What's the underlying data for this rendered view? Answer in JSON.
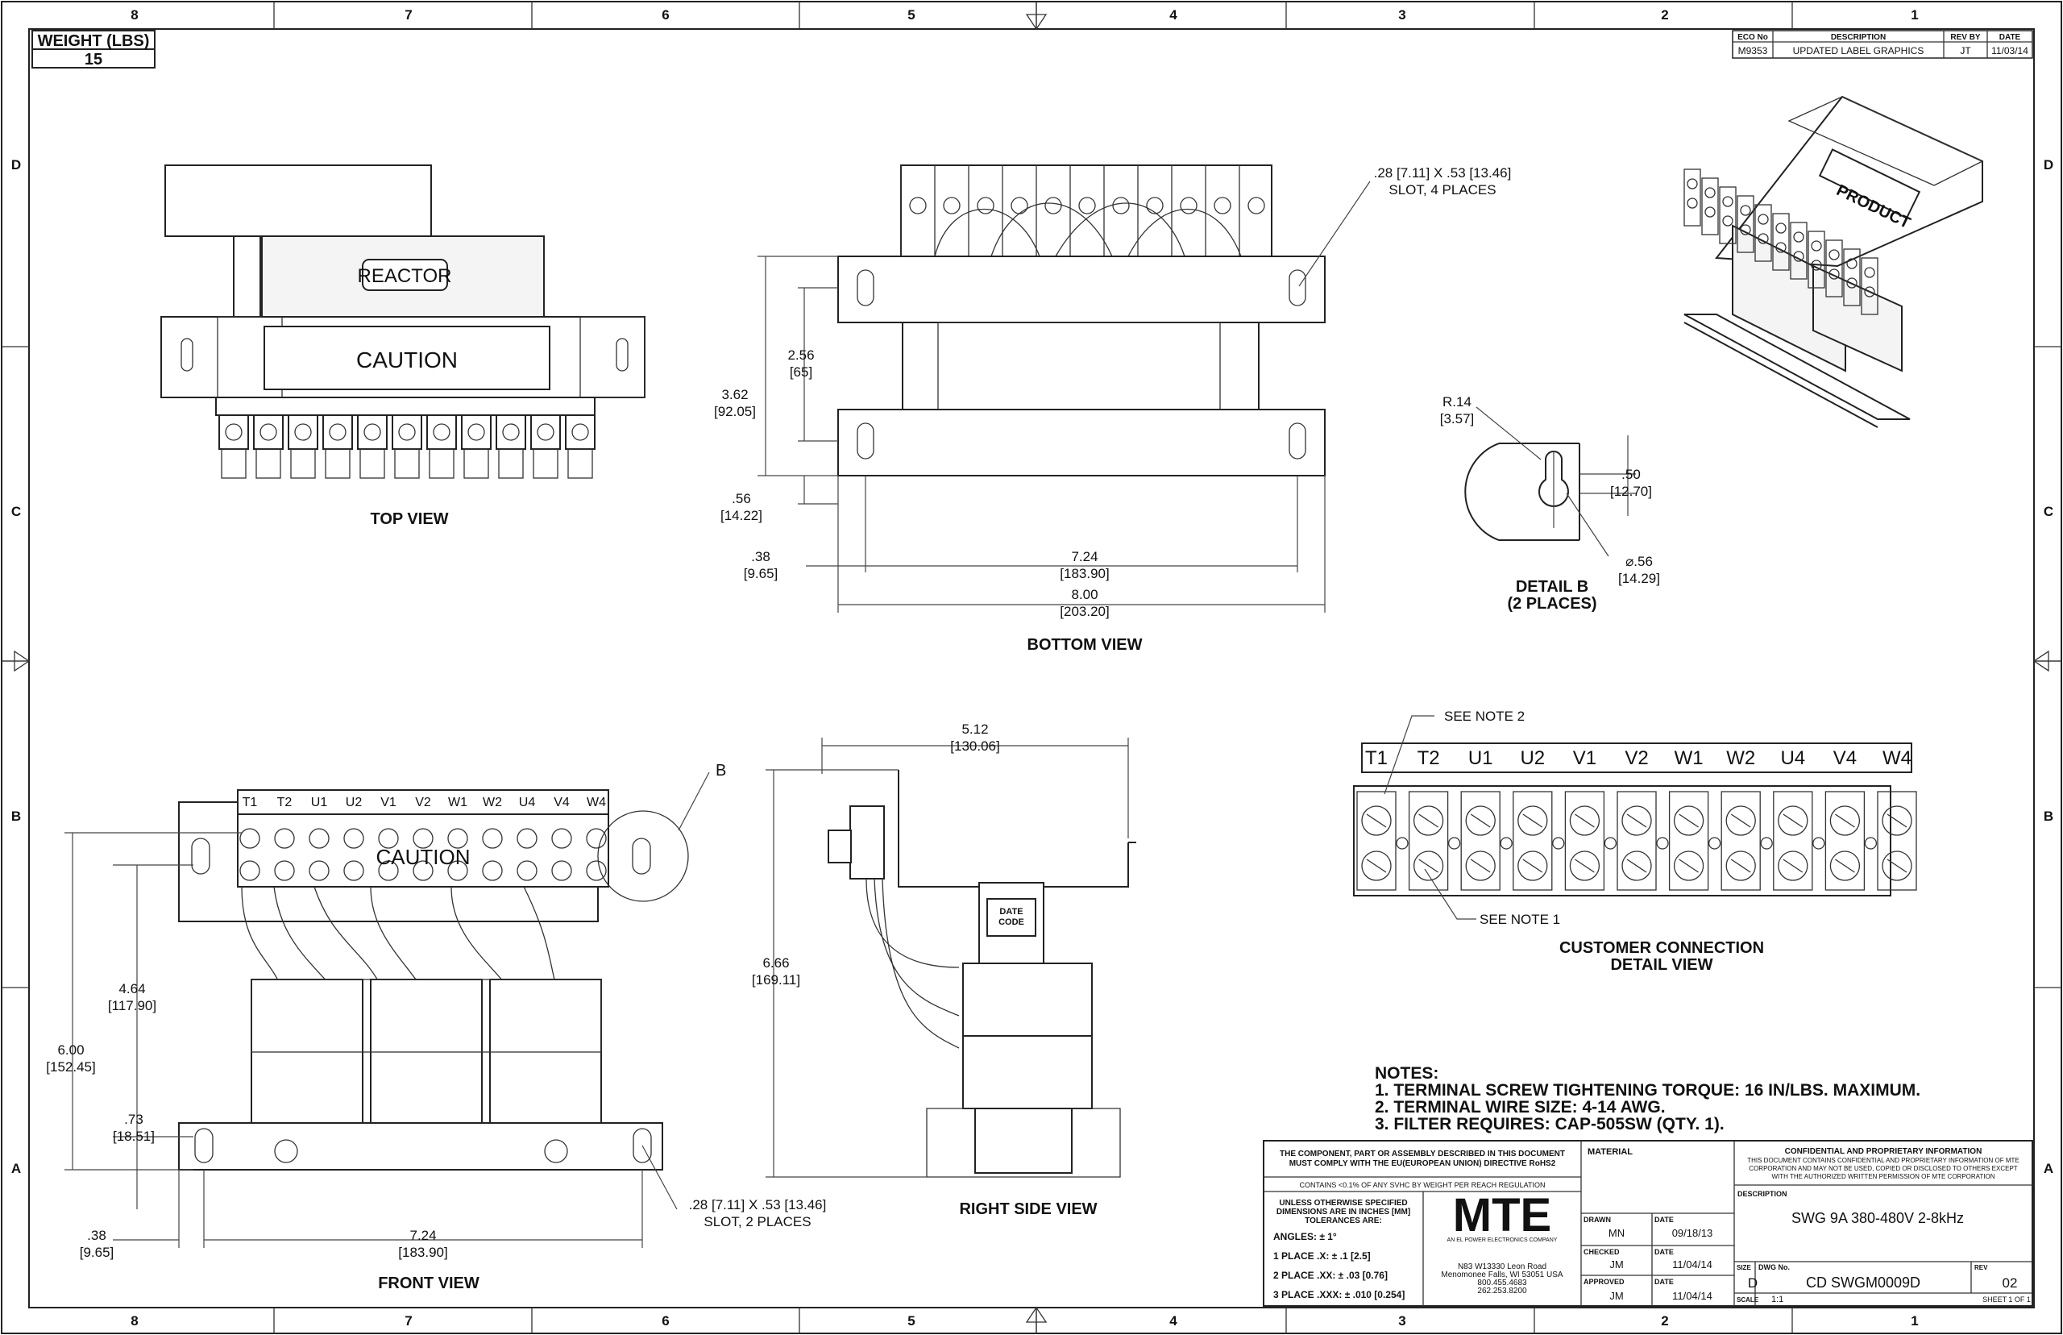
{
  "weight": {
    "label": "WEIGHT (LBS)",
    "value": "15"
  },
  "revision_block": {
    "headers": [
      "ECO No",
      "DESCRIPTION",
      "REV BY",
      "DATE"
    ],
    "row": [
      "M9353",
      "UPDATED LABEL GRAPHICS",
      "JT",
      "11/03/14"
    ]
  },
  "zones": {
    "columns": [
      "8",
      "7",
      "6",
      "5",
      "4",
      "3",
      "2",
      "1"
    ],
    "rows": [
      "D",
      "C",
      "B",
      "A"
    ]
  },
  "views": {
    "top": "TOP VIEW",
    "bottom": "BOTTOM VIEW",
    "detail_b_1": "DETAIL B",
    "detail_b_2": "(2 PLACES)",
    "front": "FRONT VIEW",
    "right": "RIGHT SIDE VIEW",
    "customer_1": "CUSTOMER CONNECTION",
    "customer_2": "DETAIL VIEW"
  },
  "labels": {
    "reactor": "REACTOR",
    "caution": "CAUTION",
    "product": "PRODUCT",
    "date_code_1": "DATE",
    "date_code_2": "CODE",
    "see_note_1": "SEE NOTE 1",
    "see_note_2": "SEE NOTE 2",
    "detail_callout": "B"
  },
  "terminals": [
    "T1",
    "T2",
    "U1",
    "U2",
    "V1",
    "V2",
    "W1",
    "W2",
    "U4",
    "V4",
    "W4"
  ],
  "dimensions": {
    "slot4_a": ".28 [7.11] X .53 [13.46]",
    "slot4_b": "SLOT, 4 PLACES",
    "slot2_a": ".28 [7.11] X .53 [13.46]",
    "slot2_b": "SLOT, 2 PLACES",
    "d362": "3.62",
    "d362m": "[92.05]",
    "d256": "2.56",
    "d256m": "[65]",
    "d056": ".56",
    "d056m": "[14.22]",
    "d038": ".38",
    "d038m": "[9.65]",
    "d724": "7.24",
    "d724m": "[183.90]",
    "d800": "8.00",
    "d800m": "[203.20]",
    "r014": "R.14",
    "r014m": "[3.57]",
    "d050": ".50",
    "d050m": "[12.70]",
    "dia056": "⌀.56",
    "dia056m": "[14.29]",
    "d512": "5.12",
    "d512m": "[130.06]",
    "d666": "6.66",
    "d666m": "[169.11]",
    "d464": "4.64",
    "d464m": "[117.90]",
    "d600": "6.00",
    "d600m": "[152.45]",
    "d073": ".73",
    "d073m": "[18.51]",
    "f038": ".38",
    "f038m": "[9.65]",
    "f724": "7.24",
    "f724m": "[183.90]"
  },
  "notes": {
    "title": "NOTES:",
    "n1": "1.  TERMINAL SCREW TIGHTENING TORQUE: 16 IN/LBS. MAXIMUM.",
    "n2": "2.  TERMINAL WIRE SIZE: 4-14 AWG.",
    "n3": "3.  FILTER REQUIRES: CAP-505SW (QTY. 1)."
  },
  "title_block": {
    "compliance_1": "THE COMPONENT, PART OR ASSEMBLY DESCRIBED IN THIS DOCUMENT",
    "compliance_2": "MUST COMPLY WITH THE EU(EUROPEAN UNION) DIRECTIVE RoHS2",
    "reach": "CONTAINS <0.1% OF ANY SVHC BY WEIGHT PER REACH REGULATION",
    "material": "MATERIAL",
    "tol_1": "UNLESS OTHERWISE SPECIFIED",
    "tol_2": "DIMENSIONS ARE IN INCHES [MM]",
    "tol_3": "TOLERANCES ARE:",
    "angles": "ANGLES: ± 1°",
    "place1": "1 PLACE .X: ± .1 [2.5]",
    "place2": "2 PLACE .XX: ± .03 [0.76]",
    "place3": "3 PLACE .XXX: ± .010 [0.254]",
    "logo": "MTE",
    "logo_sub": "AN EL POWER ELECTRONICS COMPANY",
    "addr_1": "N83 W13330 Leon Road",
    "addr_2": "Menomonee Falls, WI 53051 USA",
    "addr_3": "800.455.4683",
    "addr_4": "262.253.8200",
    "drawn_lbl": "DRAWN",
    "drawn": "MN",
    "checked_lbl": "CHECKED",
    "checked": "JM",
    "approved_lbl": "APPROVED",
    "approved": "JM",
    "date_lbl": "DATE",
    "date_drawn": "09/18/13",
    "date_checked": "11/04/14",
    "date_approved": "11/04/14",
    "conf_title": "CONFIDENTIAL AND PROPRIETARY INFORMATION",
    "conf_1": "THIS DOCUMENT CONTAINS CONFIDENTIAL AND PROPRIETARY INFORMATION OF MTE",
    "conf_2": "CORPORATION AND MAY NOT BE USED, COPIED OR DISCLOSED TO OTHERS EXCEPT",
    "conf_3": "WITH THE AUTHORIZED WRITTEN PERMISSION OF MTE CORPORATION",
    "desc_lbl": "DESCRIPTION",
    "description": "SWG 9A 380-480V 2-8kHz",
    "size_lbl": "SIZE",
    "size": "D",
    "dwg_lbl": "DWG No.",
    "dwg": "CD SWGM0009D",
    "rev_lbl": "REV",
    "rev": "02",
    "scale_lbl": "SCALE",
    "scale": "1:1",
    "sheet": "SHEET 1 OF 1"
  }
}
